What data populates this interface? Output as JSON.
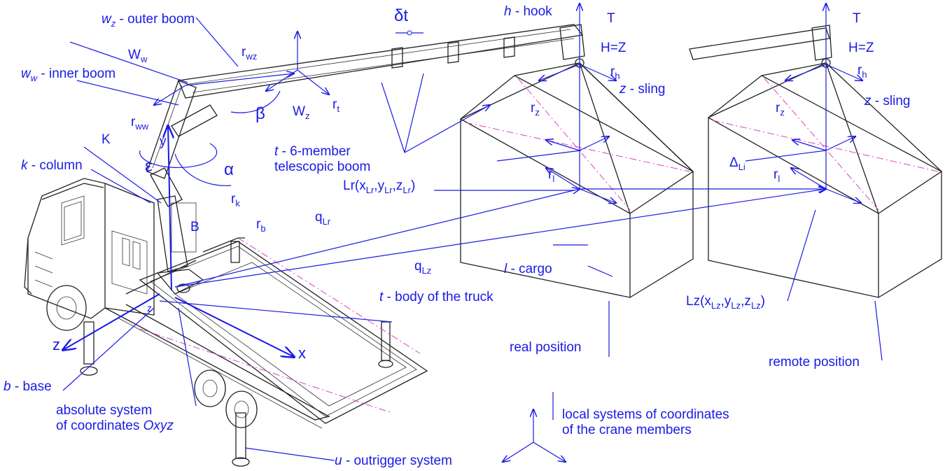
{
  "labels": {
    "outer_boom": "w",
    "outer_boom_sub": "z",
    "outer_boom_text": " - outer boom",
    "delta_t": "δt",
    "hook_letter": "h",
    "hook_text": " - hook",
    "T1": "T",
    "T2": "T",
    "HZ1": "H=Z",
    "HZ2": "H=Z",
    "Ww": "W",
    "Ww_sub": "w",
    "inner_boom": "w",
    "inner_boom_sub": "w",
    "inner_boom_text": " - inner boom",
    "rwz": "r",
    "rwz_sub": "wz",
    "rh1": "r",
    "rh1_sub": "h",
    "rh2": "r",
    "rh2_sub": "h",
    "rww": "r",
    "rww_sub": "ww",
    "Wz": "W",
    "Wz_sub": "z",
    "rt": "r",
    "rt_sub": "t",
    "beta": "β",
    "rz1": "r",
    "rz1_sub": "z",
    "rz2": "r",
    "rz2_sub": "z",
    "sling1_letter": "z",
    "sling1_text": " - sling",
    "sling2_letter": "z",
    "sling2_text": " - sling",
    "K": "K",
    "y": "y",
    "epsilon": "ε",
    "alpha": "α",
    "telescopic_letter": "t",
    "telescopic_line1": " - 6-member",
    "telescopic_line2": "telescopic boom",
    "column_letter": "k",
    "column_text": " - column",
    "delta_li": "Δ",
    "delta_li_sub": "Li",
    "rl1": "r",
    "rl1_sub": "l",
    "rl2": "r",
    "rl2_sub": "l",
    "Lr": "Lr(x",
    "Lr_s1": "Lr",
    "Lr_m1": ",y",
    "Lr_s2": "Lr",
    "Lr_m2": ",z",
    "Lr_s3": "Lr",
    "Lr_end": ")",
    "rk": "r",
    "rk_sub": "k",
    "B": "B",
    "rb": "r",
    "rb_sub": "b",
    "qLr": "q",
    "qLr_sub": "Lr",
    "qLz": "q",
    "qLz_sub": "Lz",
    "cargo_letter": "l",
    "cargo_text": " - cargo",
    "z_small": "z",
    "body_letter": "t",
    "body_text": " - body of the truck",
    "Lz": "Lz(x",
    "Lz_s1": "Lz",
    "Lz_m1": ",y",
    "Lz_s2": "Lz",
    "Lz_m2": ",z",
    "Lz_s3": "Lz",
    "Lz_end": ")",
    "Z_axis": "z",
    "X_axis": "x",
    "real_position": "real position",
    "remote_position": "remote position",
    "base_letter": "b",
    "base_text": " - base",
    "abs_line1": "absolute system",
    "abs_line2": "of coordinates ",
    "abs_oxyz": "Oxyz",
    "local_line1": "local systems of coordinates",
    "local_line2": "of the crane members",
    "outrigger_letter": "u",
    "outrigger_text": " - outrigger system"
  },
  "colors": {
    "label_blue": "#1a1ae6",
    "drawing": "#222222",
    "centerline_pink": "#e040c0"
  }
}
